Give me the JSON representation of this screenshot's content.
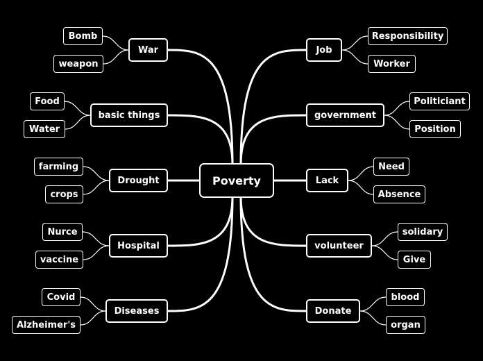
{
  "center": {
    "label": "Poverty"
  },
  "branches": [
    {
      "label": "War",
      "side": "left",
      "children": [
        "Bomb",
        "weapon"
      ]
    },
    {
      "label": "basic things",
      "side": "left",
      "children": [
        "Food",
        "Water"
      ]
    },
    {
      "label": "Drought",
      "side": "left",
      "children": [
        "farming",
        "crops"
      ]
    },
    {
      "label": "Hospital",
      "side": "left",
      "children": [
        "Nurce",
        "vaccine"
      ]
    },
    {
      "label": "Diseases",
      "side": "left",
      "children": [
        "Covid",
        "Alzheimer's"
      ]
    },
    {
      "label": "Job",
      "side": "right",
      "children": [
        "Responsibility",
        "Worker"
      ]
    },
    {
      "label": "government",
      "side": "right",
      "children": [
        "Politiciant",
        "Position"
      ]
    },
    {
      "label": "Lack",
      "side": "right",
      "children": [
        "Need",
        "Absence"
      ]
    },
    {
      "label": "volunteer",
      "side": "right",
      "children": [
        "solidary",
        "Give"
      ]
    },
    {
      "label": "Donate",
      "side": "right",
      "children": [
        "blood",
        "organ"
      ]
    }
  ],
  "colors": {
    "background": "#000000",
    "node_border": "#ffffff",
    "text": "#ffffff",
    "link": "#ffffff"
  }
}
